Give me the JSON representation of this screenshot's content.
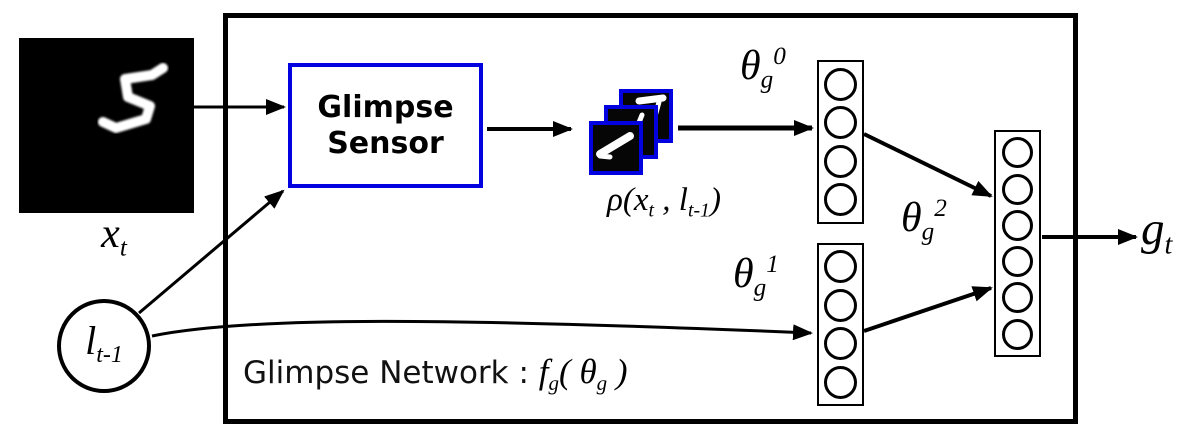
{
  "figure": {
    "input_image": {
      "digit": "5"
    },
    "labels": {
      "x": {
        "base": "x",
        "sub": "t"
      },
      "l": {
        "base": "l",
        "sub": "t-1"
      },
      "rho": {
        "p1": "ρ(x",
        "s1": "t",
        "p2": " , l",
        "s2": "t-1",
        "p3": ")"
      },
      "theta0": {
        "base": "θ",
        "sub": "g",
        "sup": "0"
      },
      "theta1": {
        "base": "θ",
        "sub": "g",
        "sup": "1"
      },
      "theta2": {
        "base": "θ",
        "sub": "g",
        "sup": "2"
      },
      "g": {
        "base": "g",
        "sub": "t"
      }
    },
    "sensor": {
      "line1": "Glimpse",
      "line2": "Sensor"
    },
    "caption": {
      "prefix": "Glimpse Network : ",
      "f": "f",
      "f_sub": "g",
      "open": "( ",
      "theta": "θ",
      "theta_sub": "g",
      "close": " )"
    },
    "layers": [
      {
        "units": 4
      },
      {
        "units": 4
      },
      {
        "units": 6
      }
    ],
    "colors": {
      "accent_blue": "#0202e0",
      "ink": "#000000",
      "image_bg": "#000000",
      "digit_color": "#ffffff"
    }
  }
}
